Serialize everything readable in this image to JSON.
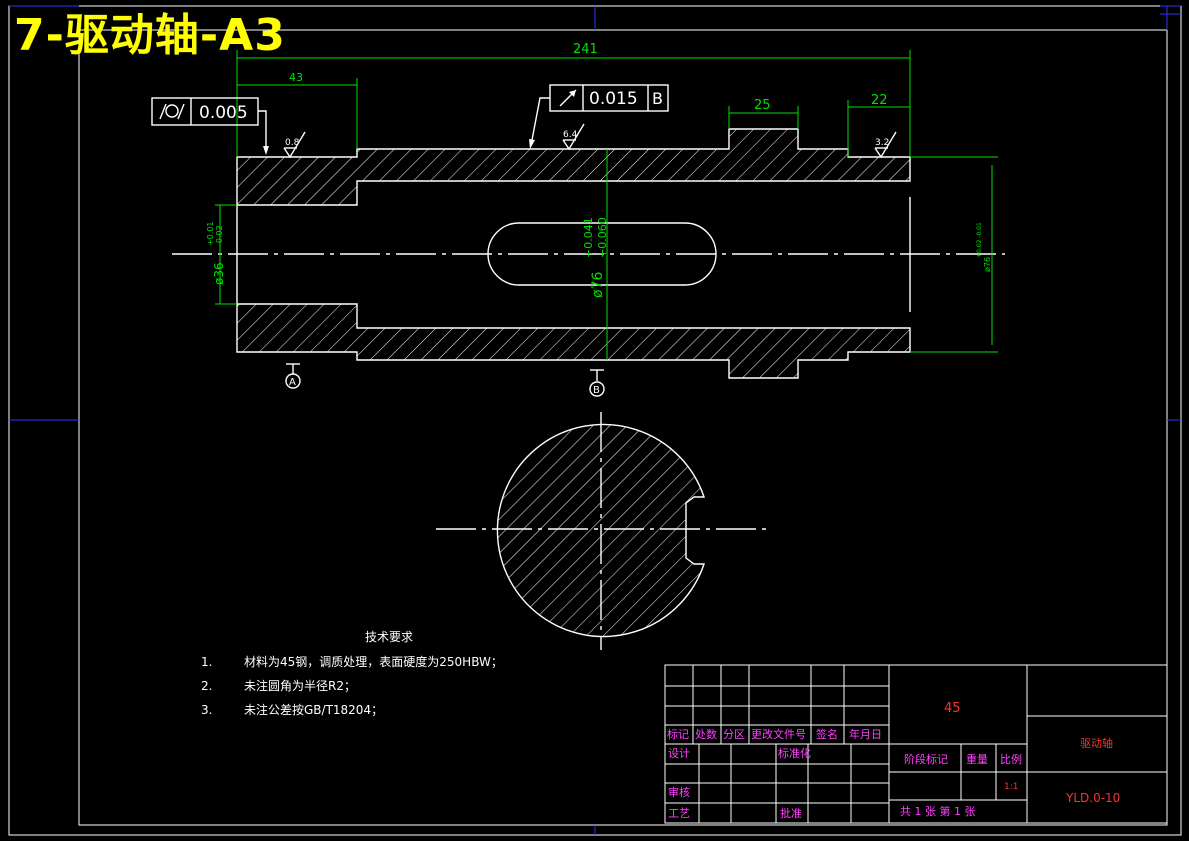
{
  "title": "7-驱动轴-A3",
  "dimensions": {
    "overall_length": "241",
    "left_bore_length": "43",
    "key_length": "25",
    "right_step_length": "22",
    "bore_dia": "ø36",
    "bore_tol_upper": "+0.01",
    "bore_tol_lower": "-0.02",
    "mid_dia": "ø76",
    "mid_tol_upper": "+0.041",
    "mid_tol_lower": "+0.060",
    "right_dia": "ø76",
    "right_tol": "+0.02 -0.01"
  },
  "tolerances": {
    "cylindricity_value": "0.005",
    "runout_value": "0.015",
    "runout_datum": "B"
  },
  "roughness": {
    "left": "0.8",
    "mid": "6.4",
    "right": "3.2"
  },
  "datums": {
    "a": "A",
    "b": "B"
  },
  "tech_requirements": {
    "heading": "技术要求",
    "items": [
      {
        "num": "1.",
        "text": "材料为45钢，调质处理，表面硬度为250HBW；"
      },
      {
        "num": "2.",
        "text": "未注圆角为半径R2；"
      },
      {
        "num": "3.",
        "text": "未注公差按GB/T18204；"
      }
    ]
  },
  "title_block": {
    "material": "45",
    "part_name": "驱动轴",
    "drawing_no": "YLD.0-10",
    "scale": "1:1",
    "row_labels": {
      "mark": "标记",
      "count": "处数",
      "zone": "分区",
      "doc_no": "更改文件号",
      "sign": "签名",
      "date": "年月日",
      "design": "设计",
      "standard": "标准化",
      "review": "审核",
      "process": "工艺",
      "approve": "批准",
      "stage_mark": "阶段标记",
      "weight": "重量",
      "ratio": "比例",
      "sheets": "共 1 张 第 1 张"
    }
  },
  "colors": {
    "background": "#000000",
    "outline": "#ffffff",
    "dimension": "#00e000",
    "frame": "#3030ff",
    "title": "#ffff00",
    "table_label": "#ff40ff",
    "table_value": "#ff3030"
  }
}
